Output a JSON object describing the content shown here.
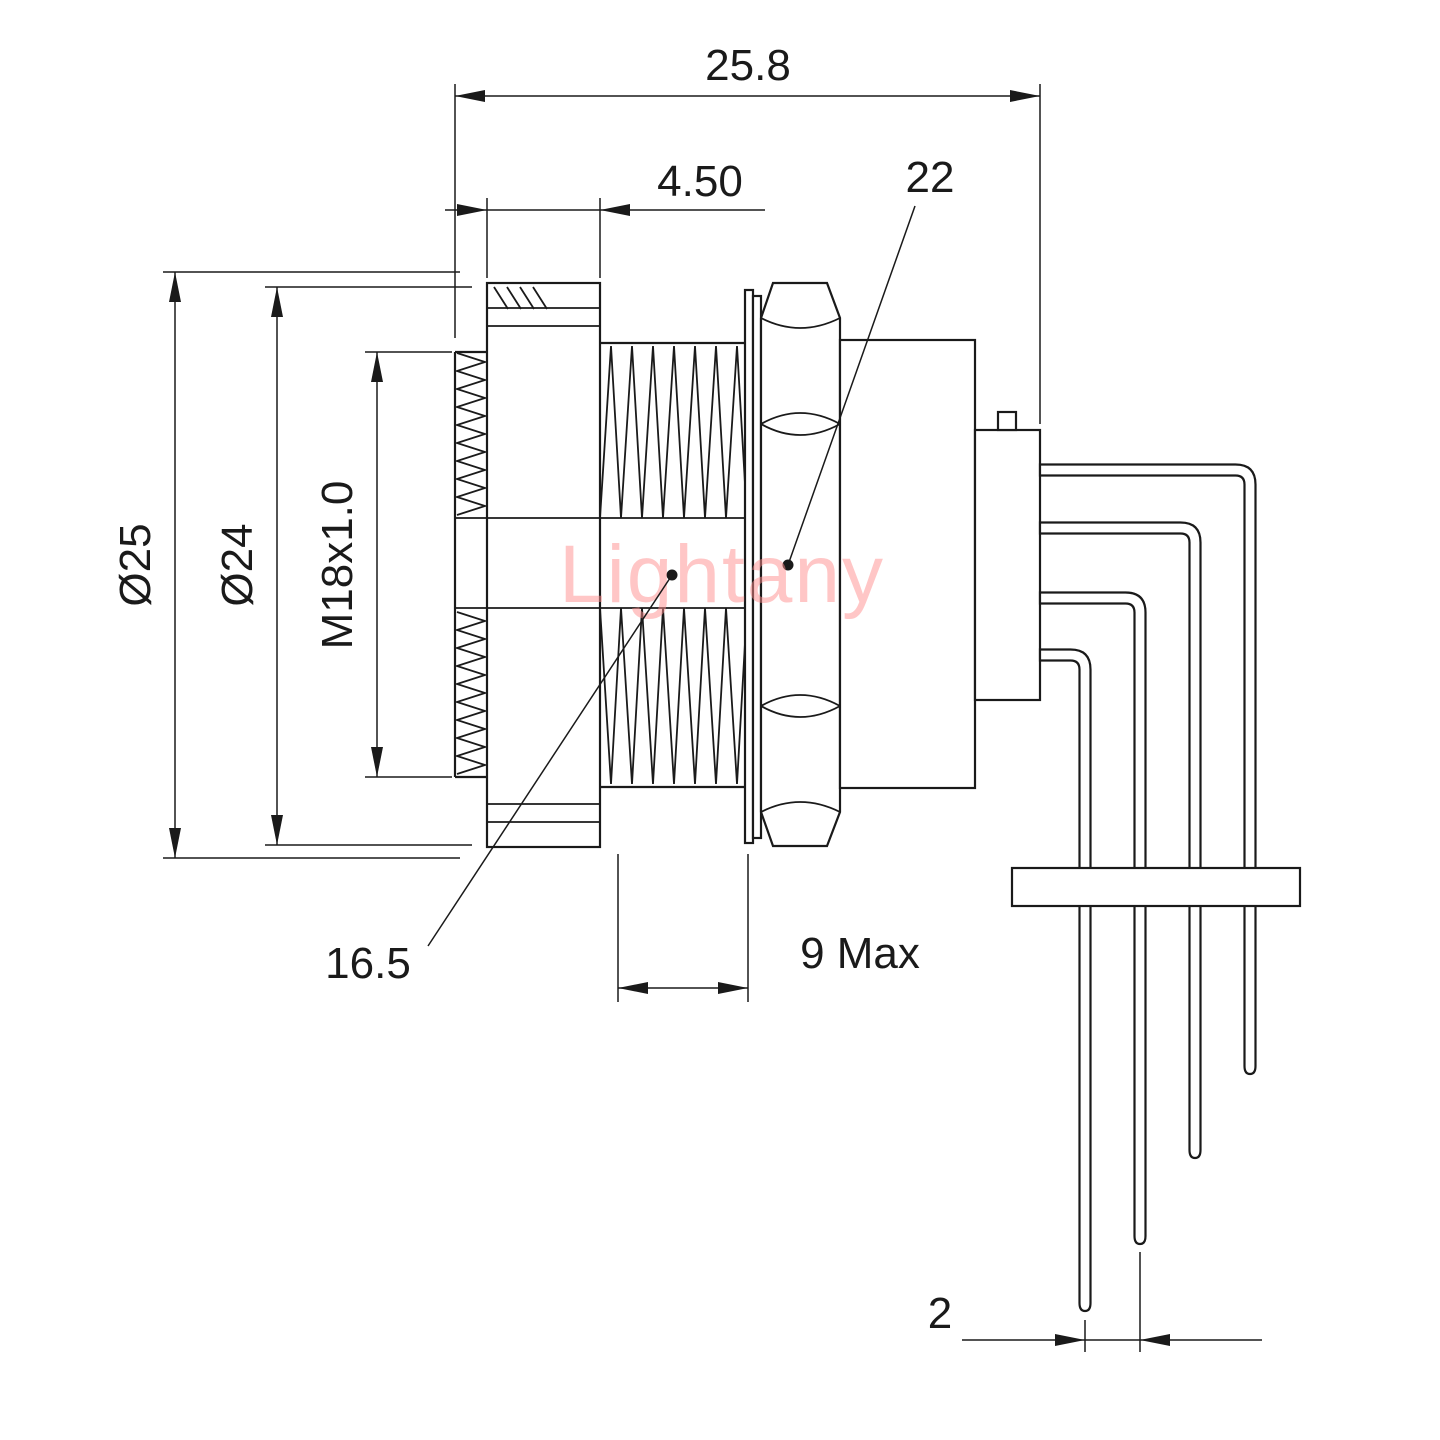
{
  "page": {
    "background": "#ffffff",
    "line_color": "#1a1a1a"
  },
  "watermark": {
    "text": "Lightany",
    "color": "#ff8f8f"
  },
  "dims": {
    "overall_length": "25.8",
    "front_flange_width": "4.50",
    "hex_across_flats": "22",
    "outer_diameter": "Ø25",
    "flange_diameter": "Ø24",
    "thread_spec": "M18x1.0",
    "body_length": "16.5",
    "panel_thickness_max": "9 Max",
    "pin_pitch": "2"
  }
}
